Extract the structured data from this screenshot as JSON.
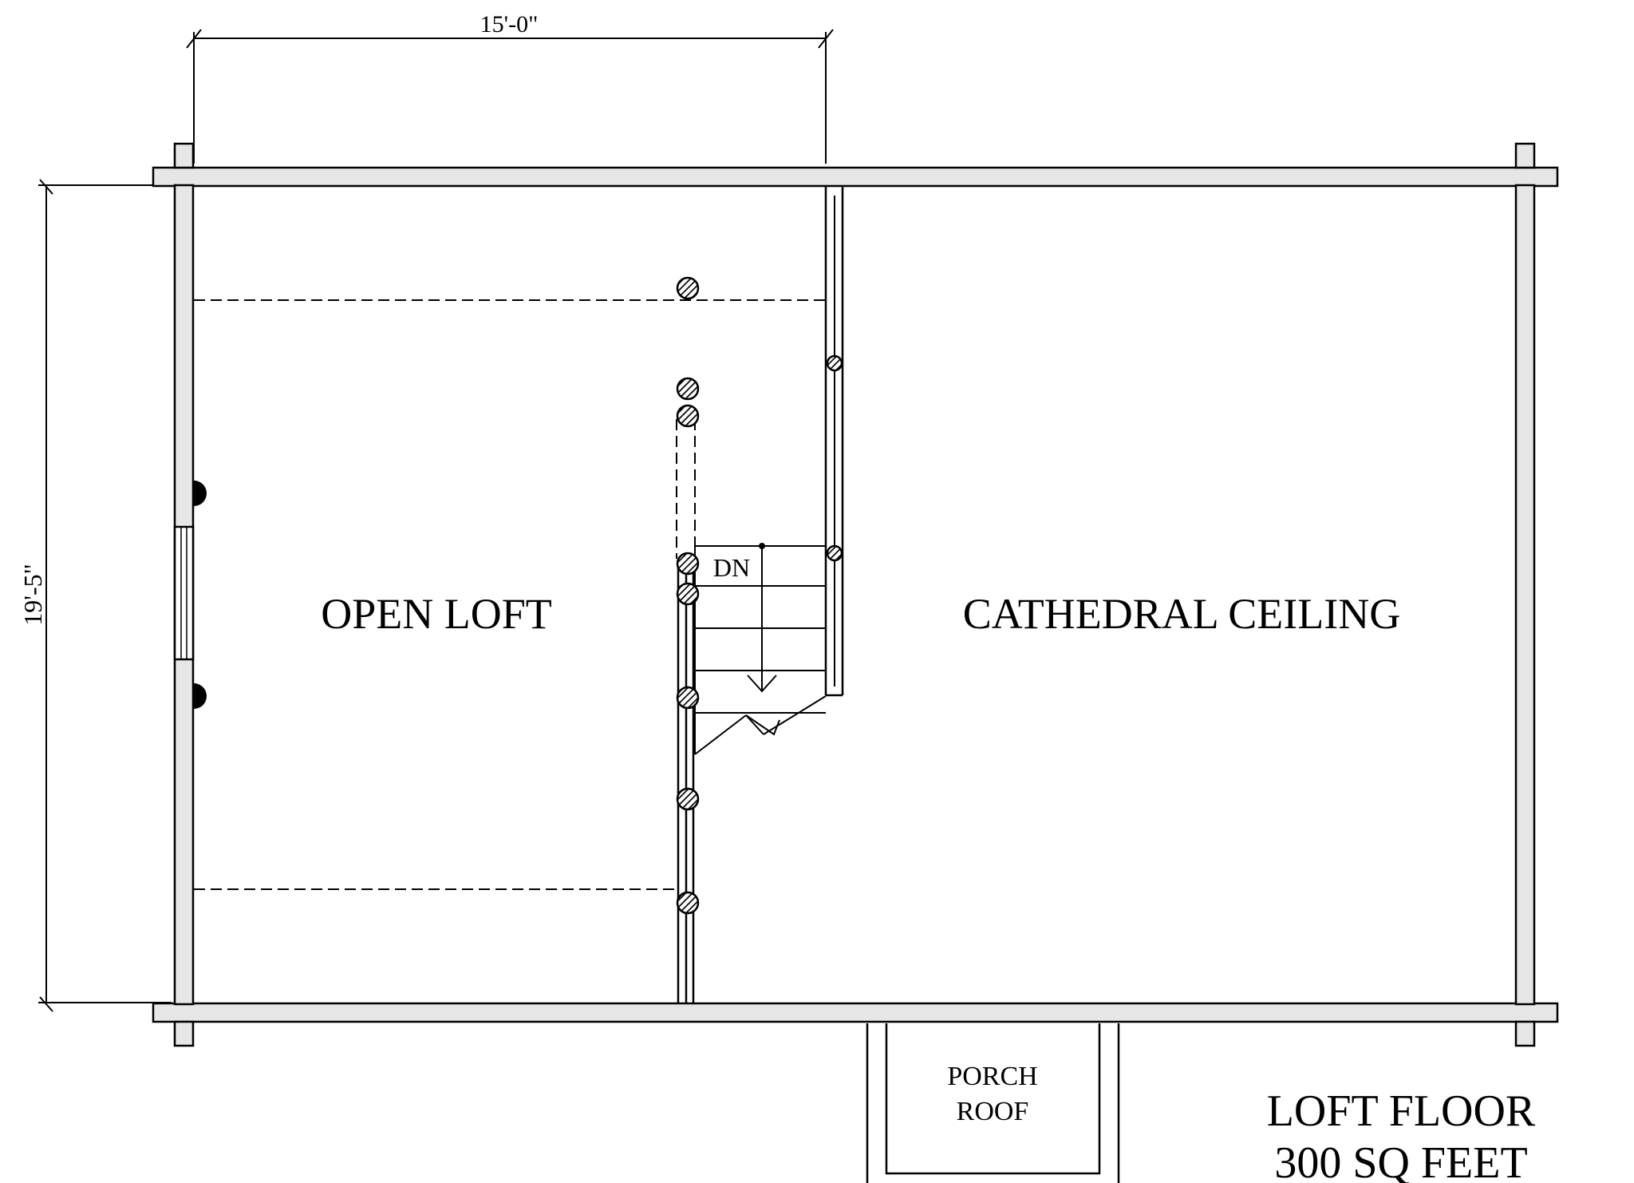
{
  "dimensions": {
    "width_label": "15'-0\"",
    "height_label": "19'-5\""
  },
  "rooms": {
    "open_loft": "OPEN LOFT",
    "cathedral_ceiling": "CATHEDRAL CEILING"
  },
  "stairs": {
    "direction_label": "DN"
  },
  "porch": {
    "line1": "PORCH",
    "line2": "ROOF"
  },
  "title": {
    "line1": "LOFT FLOOR",
    "line2": "300 SQ FEET"
  },
  "colors": {
    "wall_fill": "#e6e6e6",
    "line": "#000000",
    "background": "#ffffff"
  }
}
